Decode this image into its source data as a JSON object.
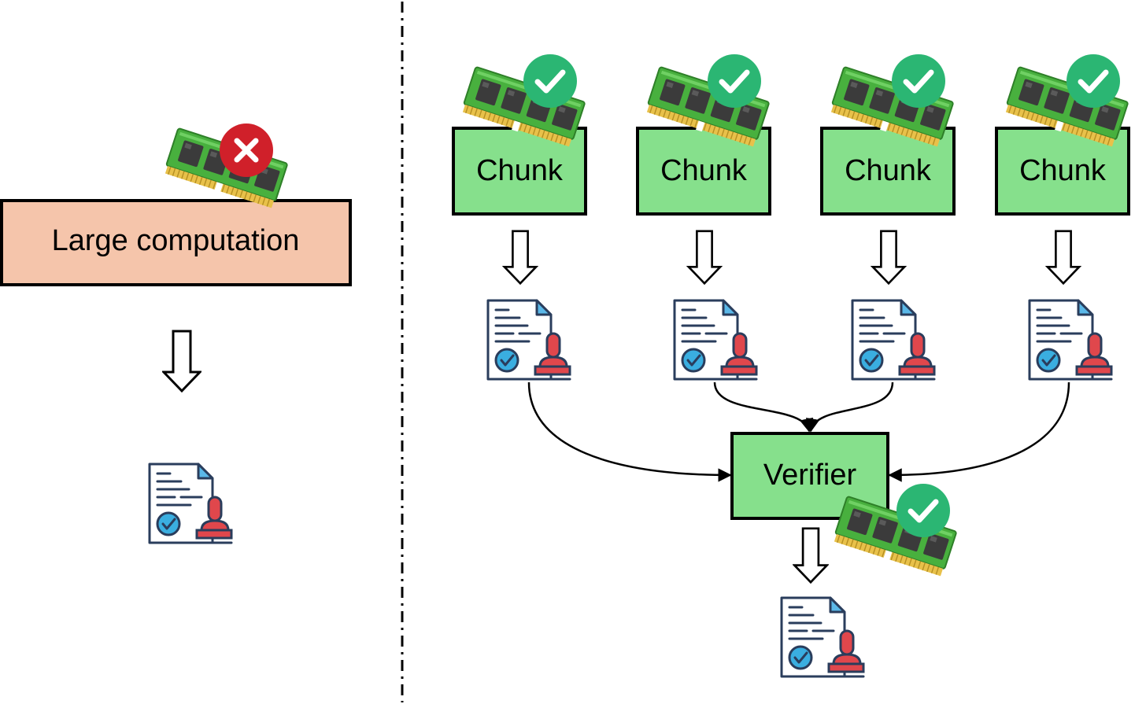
{
  "left_panel": {
    "box_label": "Large computation",
    "box_color": "#f5c5ab",
    "memory_status": "fail",
    "memory_icon": "ram-module-icon",
    "status_icon": "x-circle-icon",
    "output_icon": "certificate-document-icon"
  },
  "right_panel": {
    "chunks": [
      {
        "label": "Chunk",
        "memory_status": "ok"
      },
      {
        "label": "Chunk",
        "memory_status": "ok"
      },
      {
        "label": "Chunk",
        "memory_status": "ok"
      },
      {
        "label": "Chunk",
        "memory_status": "ok"
      }
    ],
    "chunk_color": "#86e08c",
    "verifier": {
      "label": "Verifier",
      "memory_status": "ok"
    },
    "proof_icon": "certificate-document-icon",
    "status_icon": "check-circle-icon"
  },
  "colors": {
    "ok_badge": "#2bb673",
    "fail_badge": "#d0202a",
    "ram_board": "#48b03e",
    "ram_chip": "#3b3b3b",
    "ram_pins": "#e8c14a",
    "document_outline": "#2a3d5c",
    "check_badge_blue": "#3aaee0",
    "stamp_red": "#e0474c"
  },
  "divider": "dash-dot"
}
